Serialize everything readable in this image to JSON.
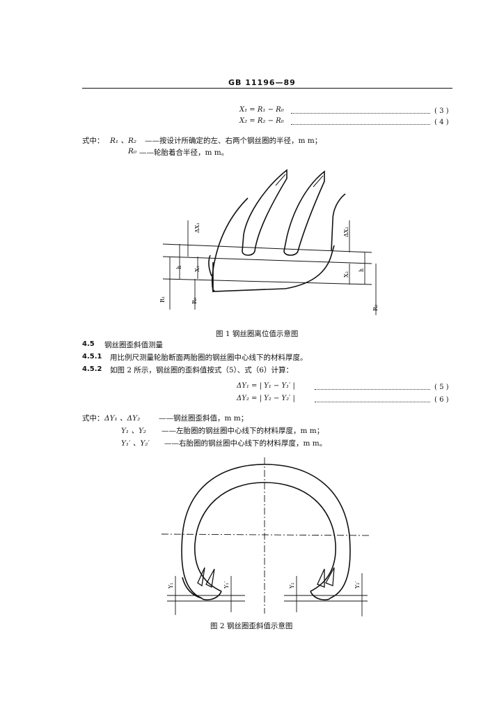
{
  "header": {
    "standard_code": "GB 11196—89"
  },
  "equations_top": [
    {
      "expr": "X₁ = R₁ − R₀",
      "number": "( 3 )"
    },
    {
      "expr": "X₂ = R₂ − R₀",
      "number": "( 4 )"
    }
  ],
  "where_1": {
    "lead": "式中：",
    "line1_terms": "R₁ 、R₂",
    "line1_desc": "——按设计所确定的左、右两个钢丝圈的半径，m m；",
    "line2_terms": "R₀",
    "line2_desc": "——轮胎着合半径，m m。"
  },
  "figure1": {
    "caption": "图 1    钢丝圈离位值示意图",
    "labels": {
      "dx1": "ΔX₁",
      "dx2": "ΔX₂",
      "h1": "h",
      "x1": "X₁",
      "x2": "X₂",
      "h2": "h",
      "r1": "R₁",
      "r0": "R₀",
      "r2": "R₂"
    }
  },
  "section_4_5": {
    "number": "4.5",
    "title": "钢丝圈歪斜值测量"
  },
  "section_4_5_1": {
    "number": "4.5.1",
    "text": "用比例尺测量轮胎断面两胎圈的钢丝圈中心线下的材料厚度。"
  },
  "section_4_5_2": {
    "number": "4.5.2",
    "text": "如图 2 所示，钢丝圈的歪斜值按式（5）、式（6）计算："
  },
  "equations_mid": [
    {
      "expr": "ΔY₁ = | Y₁ − Y₁′ |",
      "number": "( 5 )"
    },
    {
      "expr": "ΔY₂ = | Y₂ − Y₂′ |",
      "number": "( 6 )"
    }
  ],
  "where_2": {
    "lead": "式中：",
    "line1_terms": "ΔY₁ 、ΔY₂",
    "line1_desc": "——钢丝圈歪斜值，m m；",
    "line2_terms": "Y₁ 、Y₂",
    "line2_desc": "——左胎圈的钢丝圈中心线下的材料厚度，m m；",
    "line3_terms": "Y₁′ 、Y₂′",
    "line3_desc": "——右胎圈的钢丝圈中心线下的材料厚度，m m。"
  },
  "figure2": {
    "caption": "图 2    钢丝圈歪斜值示意图",
    "labels": {
      "y1": "Y₁",
      "y1p": "Y₁′",
      "y2": "Y₂",
      "y2p": "Y₂′"
    }
  }
}
